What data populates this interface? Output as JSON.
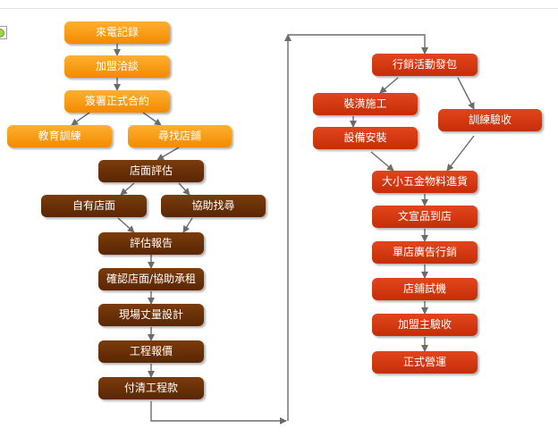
{
  "flow": {
    "left_column": [
      {
        "id": "call",
        "label": "來電記錄"
      },
      {
        "id": "franchise_talk",
        "label": "加盟洽談"
      },
      {
        "id": "sign_contract",
        "label": "簽署正式合約"
      },
      {
        "id": "training",
        "label": "教育訓練"
      },
      {
        "id": "find_store",
        "label": "尋找店鋪"
      },
      {
        "id": "store_eval",
        "label": "店面評估"
      },
      {
        "id": "own_store",
        "label": "自有店面"
      },
      {
        "id": "assist_search",
        "label": "協助找尋"
      },
      {
        "id": "eval_report",
        "label": "評估報告"
      },
      {
        "id": "confirm_lease",
        "label": "確認店面/協助承租"
      },
      {
        "id": "site_survey",
        "label": "現場丈量設計"
      },
      {
        "id": "quote",
        "label": "工程報價"
      },
      {
        "id": "pay",
        "label": "付清工程款"
      }
    ],
    "right_column": [
      {
        "id": "marketing_pack",
        "label": "行銷活動發包"
      },
      {
        "id": "decoration",
        "label": "裝潢施工"
      },
      {
        "id": "equipment",
        "label": "設備安裝"
      },
      {
        "id": "training_check",
        "label": "訓練驗收"
      },
      {
        "id": "hardware_stock",
        "label": "大小五金物料進貨"
      },
      {
        "id": "stationery",
        "label": "文宣品到店"
      },
      {
        "id": "ads",
        "label": "單店廣告行銷"
      },
      {
        "id": "trial",
        "label": "店鋪試機"
      },
      {
        "id": "franchisor_check",
        "label": "加盟主驗收"
      },
      {
        "id": "operation",
        "label": "正式營運"
      }
    ]
  },
  "colors": {
    "stage1": "#f59a12",
    "stage2": "#65300a",
    "stage3": "#cf3610",
    "connector": "#6b6b6b"
  }
}
